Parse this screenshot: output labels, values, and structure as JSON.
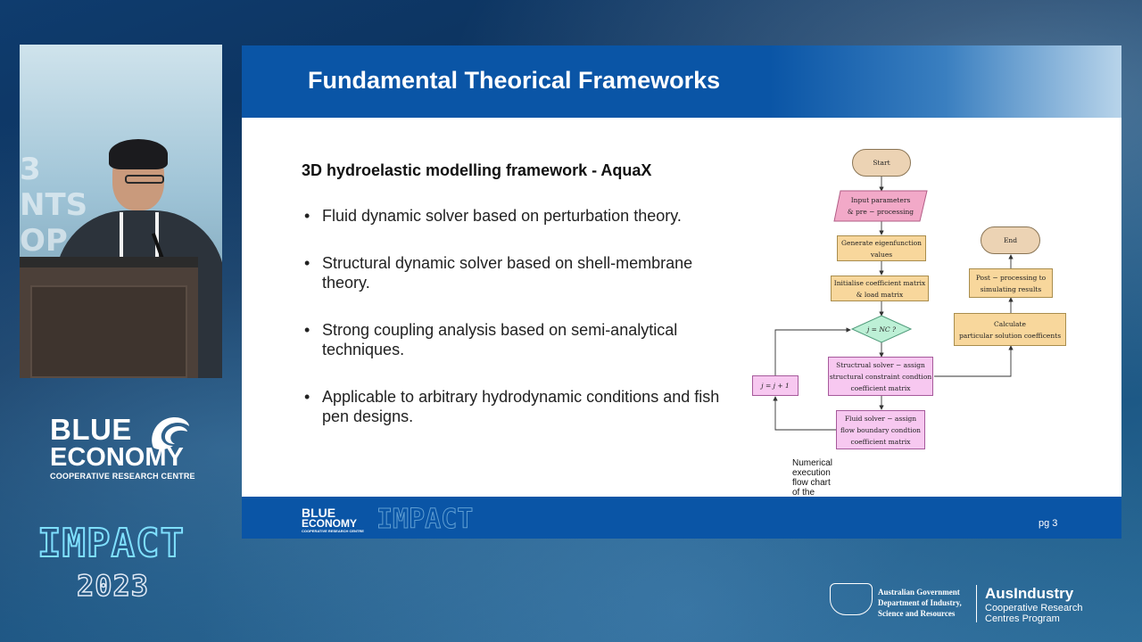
{
  "slide": {
    "title": "Fundamental Theorical Frameworks",
    "subheading": "3D hydroelastic modelling framework - AquaX",
    "bullets": [
      "Fluid dynamic solver based on perturbation theory.",
      "Structural dynamic solver based on shell-membrane theory.",
      "Strong coupling analysis based on semi-analytical techniques.",
      "Applicable to arbitrary hydrodynamic conditions and fish pen designs."
    ],
    "page_number": "pg 3",
    "footer_logo": {
      "line1": "BLUE",
      "line2": "ECONOMY",
      "line3": "COOPERATIVE RESEARCH CENTRE"
    },
    "footer_impact": "IMPACT"
  },
  "flowchart": {
    "caption": "Numerical execution flow chart of the model",
    "start": "Start",
    "input": [
      "Input parameters",
      "& pre − processing"
    ],
    "eigen": [
      "Generate eigenfunction",
      "values"
    ],
    "init": [
      "Initialise coefficient matrix",
      "& load matrix"
    ],
    "decision": "j = NC ?",
    "struct": [
      "Structrual solver − assign",
      "structural constraint condtion",
      "coefficient matrix"
    ],
    "fluid": [
      "Fluid solver − assign",
      "flow boundary condtion",
      "coefficient matrix"
    ],
    "increment": "j = j + 1",
    "calc": [
      "Calculate",
      "particular solution coefficents"
    ],
    "post": [
      "Post − processing to",
      "simulating results"
    ],
    "end": "End"
  },
  "branding": {
    "blue": "BLUE",
    "economy": "ECONOMY",
    "crc": "COOPERATIVE RESEARCH CENTRE",
    "impact": "IMPACT",
    "year": "2023"
  },
  "government": {
    "line1": "Australian Government",
    "line2": "Department of Industry,",
    "line3": "Science and Resources",
    "program": "AusIndustry",
    "program_sub1": "Cooperative Research",
    "program_sub2": "Centres Program"
  },
  "speaker_backdrop": [
    "3",
    "NTS",
    "OP"
  ],
  "colors": {
    "header_blue": "#0a55a6",
    "terminal": "#ecd3b4",
    "process": "#f8d79c",
    "io": "#f2a9c8",
    "solver": "#f7c8f0",
    "decision": "#bdf0d6"
  }
}
